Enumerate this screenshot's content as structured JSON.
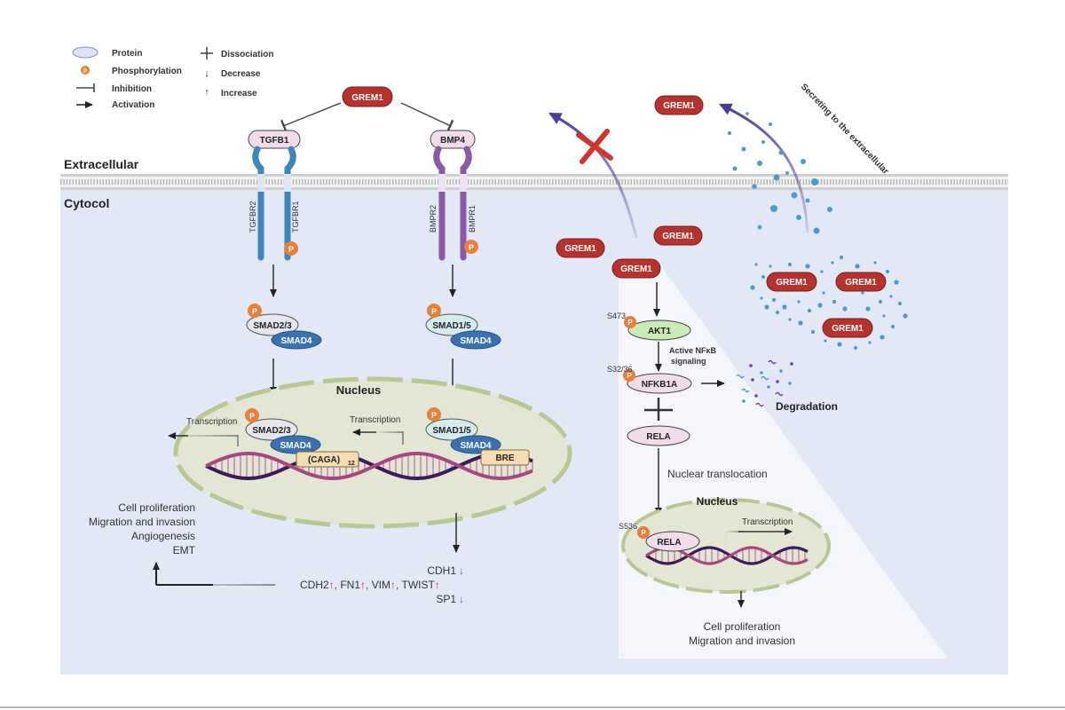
{
  "legend": {
    "protein": "Protein",
    "phosphorylation": "Phosphorylation",
    "inhibition": "Inhibition",
    "activation": "Activation",
    "dissociation": "Dissociation",
    "decrease": "Decrease",
    "increase": "Increase",
    "phospho_symbol": "P"
  },
  "regions": {
    "extracellular": "Extracellular",
    "cytocol": "Cytocol"
  },
  "proteins": {
    "grem1": "GREM1",
    "tgfb1": "TGFB1",
    "bmp4": "BMP4",
    "tgfbr2": "TGFBR2",
    "tgfbr1": "TGFBR1",
    "bmpr2": "BMPR2",
    "bmpr1": "BMPR1",
    "smad23": "SMAD2/3",
    "smad15": "SMAD1/5",
    "smad4": "SMAD4",
    "akt1": "AKT1",
    "nfkb1a": "NFKB1A",
    "rela": "RELA"
  },
  "left_nucleus": {
    "title": "Nucleus",
    "transcription_left": "Transcription",
    "transcription_right": "Transcription",
    "caga": "(CAGA)",
    "caga_sub": "12",
    "bre": "BRE"
  },
  "left_outcomes": [
    "Cell proliferation",
    "Migration and invasion",
    "Angiogenesis",
    "EMT"
  ],
  "markers": {
    "line1": "CDH1",
    "line1_arrow": "↓",
    "line2": [
      {
        "name": "CDH2",
        "arrow": "↑"
      },
      {
        "name": "FN1",
        "arrow": "↑"
      },
      {
        "name": "VIM",
        "arrow": "↑"
      },
      {
        "name": "TWIST",
        "arrow": "↑"
      }
    ],
    "line3": "SP1",
    "line3_arrow": "↓"
  },
  "right_pathway": {
    "s473": "S473",
    "s3236": "S32/36",
    "s536": "S536",
    "active_nfkb": "Active NFκB",
    "signaling": "signaling",
    "degradation": "Degradation",
    "nuclear_translocation": "Nuclear translocation",
    "nucleus": "Nucleus",
    "transcription": "Transcription",
    "outcome1": "Cell proliferation",
    "outcome2": "Migration and invasion",
    "secreting": "Secreting to the extracellular"
  },
  "colors": {
    "cytosol": "#e3e8f7",
    "grem_pill": "#b5322e",
    "protein_fill": "#f1dcec",
    "smad4_fill": "#3a72b0",
    "tgf_receptor": "#3f86b8",
    "bmp_receptor": "#8a5aa8",
    "nucleus_fill": "#e2e6d2",
    "nucleus_border": "#b9c795",
    "phospho": "#e8803a",
    "akt_fill": "#c9ecb4",
    "arrow_purple": "#4a3a96",
    "increase_arrow": "#c0392b",
    "decrease_arrow": "#3a6fc4",
    "x_mark": "#d0342c",
    "dna_dark": "#3c1a5b",
    "dna_light": "#a8477f"
  }
}
